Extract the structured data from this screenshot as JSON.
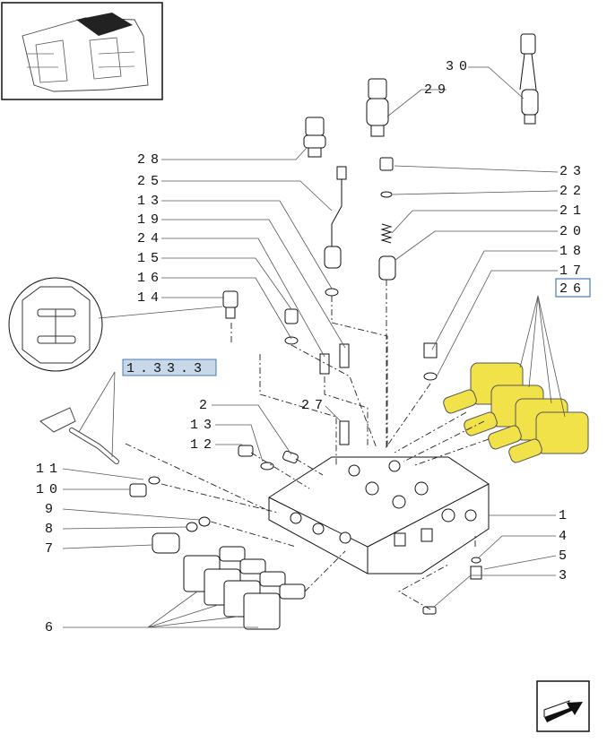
{
  "labels": {
    "l30": "30",
    "l29": "29",
    "l28": "28",
    "l25": "25",
    "l13a": "13",
    "l19": "19",
    "l24": "24",
    "l15": "15",
    "l16": "16",
    "l14": "14",
    "l23": "23",
    "l22": "22",
    "l21": "21",
    "l20": "20",
    "l18": "18",
    "l17": "17",
    "l26": "26",
    "l2": "2",
    "l27": "27",
    "l13b": "13",
    "l12": "12",
    "l11": "11",
    "l10": "10",
    "l9": "9",
    "l8": "8",
    "l7": "7",
    "l6": "6",
    "l1": "1",
    "l4": "4",
    "l5": "5",
    "l3": "3"
  },
  "reference": "1.33.3",
  "colors": {
    "highlight": "#f2e24a",
    "callout_box": "#1f5fa8",
    "ref_fill": "#c8d8e8"
  },
  "icons": [
    "tractor-overview-icon",
    "next-page-arrow-icon"
  ]
}
